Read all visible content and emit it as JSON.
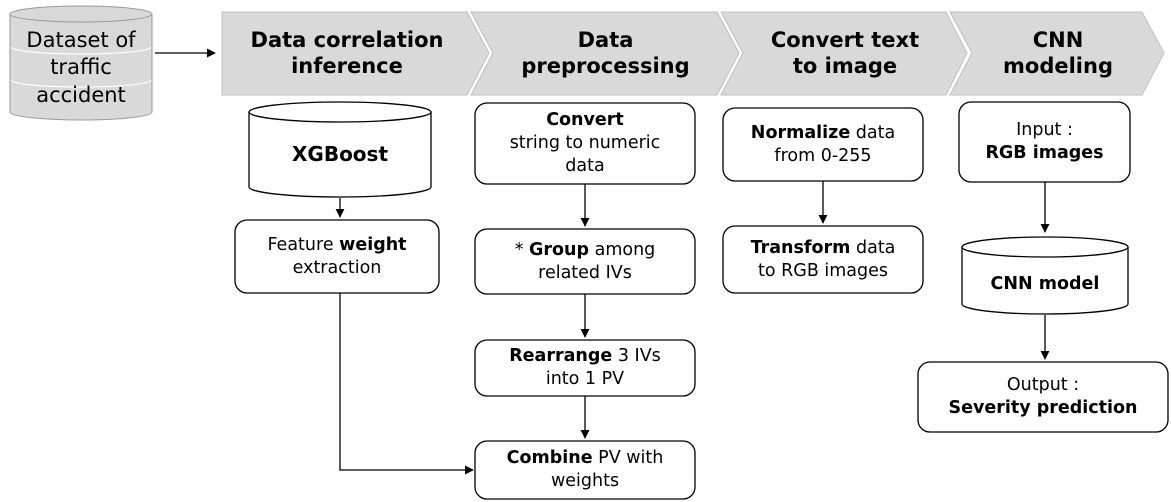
{
  "dataset": {
    "line1": "Dataset of",
    "line2": "traffic",
    "line3": "accident"
  },
  "stages": [
    {
      "line1": "Data correlation",
      "line2": "inference"
    },
    {
      "line1": "Data",
      "line2": "preprocessing"
    },
    {
      "line1": "Convert text",
      "line2": "to image"
    },
    {
      "line1": "CNN",
      "line2": "modeling"
    }
  ],
  "col1": {
    "xgboost": "XGBoost",
    "feature": {
      "pre": "Feature ",
      "bold": "weight",
      "rest": "extraction"
    }
  },
  "col2": {
    "convert": {
      "bold": "Convert",
      "rest1": "string to numeric",
      "rest2": "data"
    },
    "group": {
      "pre": "* ",
      "bold": "Group",
      "post": " among",
      "rest": "related IVs"
    },
    "rearrange": {
      "bold": "Rearrange",
      "post": " 3 IVs",
      "rest": "into 1 PV"
    },
    "combine": {
      "bold": "Combine",
      "post": " PV with",
      "rest": "weights"
    }
  },
  "col3": {
    "normalize": {
      "bold": "Normalize",
      "post": " data",
      "rest": "from 0-255"
    },
    "transform": {
      "bold": "Transform",
      "post": " data",
      "rest": "to RGB images"
    }
  },
  "col4": {
    "input": {
      "line1": "Input :",
      "bold": "RGB images"
    },
    "cnn": "CNN model",
    "output": {
      "line1": "Output :",
      "bold": "Severity prediction"
    }
  },
  "colors": {
    "chevron": "#d9d9d9",
    "dataset": "#d9d9d9",
    "stroke": "#000000"
  }
}
